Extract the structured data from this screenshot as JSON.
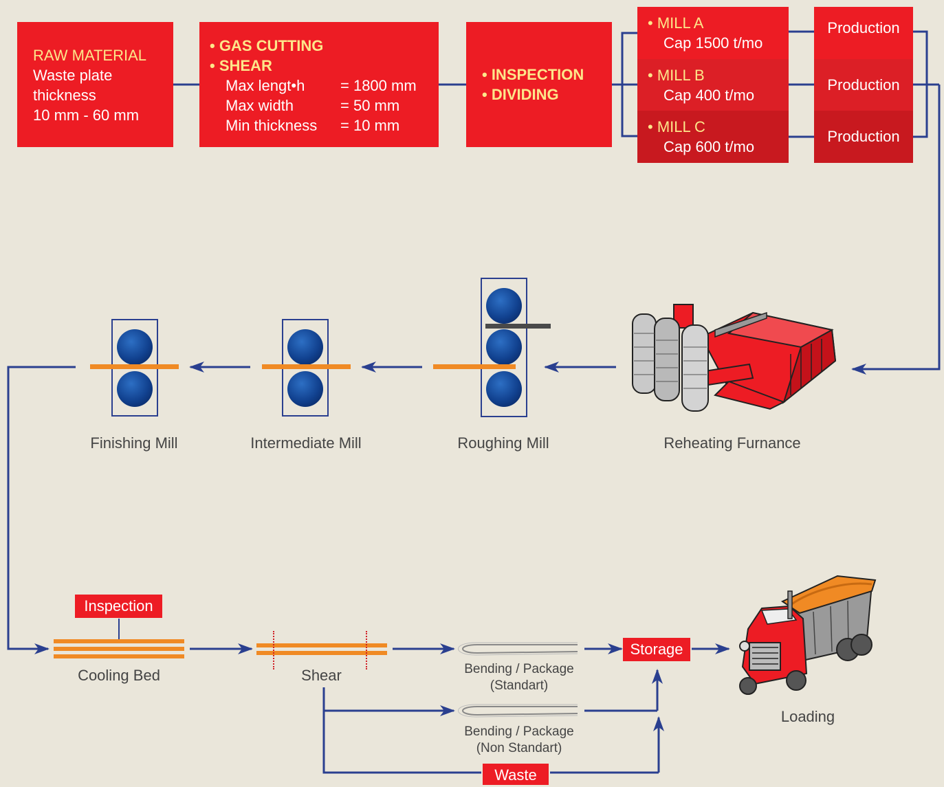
{
  "raw_material": {
    "title": "RAW MATERIAL",
    "lines": [
      "Waste plate",
      "thickness",
      "10 mm - 60 mm"
    ]
  },
  "cutting": {
    "bullets": [
      "• GAS CUTTING",
      "• SHEAR"
    ],
    "specs": [
      {
        "name": "Max lengt•h",
        "value": "= 1800 mm"
      },
      {
        "name": "Max width",
        "value": "= 50 mm"
      },
      {
        "name": "Min thickness",
        "value": "= 10 mm"
      }
    ]
  },
  "inspection": {
    "bullets": [
      "• INSPECTION",
      "• DIVIDING"
    ]
  },
  "mills": [
    {
      "name": "• MILL A",
      "cap": "Cap 1500 t/mo",
      "output": "Production"
    },
    {
      "name": "• MILL B",
      "cap": "Cap 400 t/mo",
      "output": "Production"
    },
    {
      "name": "• MILL C",
      "cap": "Cap 600 t/mo",
      "output": "Production"
    }
  ],
  "stages": {
    "reheating": "Reheating Furnance",
    "roughing": "Roughing Mill",
    "intermediate": "Intermediate Mill",
    "finishing": "Finishing Mill"
  },
  "finishing_line": {
    "inspection": "Inspection",
    "cooling_bed": "Cooling Bed",
    "shear": "Shear",
    "bending_standard": [
      "Bending / Package",
      "(Standart)"
    ],
    "bending_non_standard": [
      "Bending / Package",
      "(Non Standart)"
    ],
    "storage": "Storage",
    "waste": "Waste",
    "loading": "Loading"
  },
  "colors": {
    "accent_red": "#ed1c24",
    "flow_line": "#2a3f8f",
    "bar_orange": "#f08a24",
    "roll_blue": "#11418f",
    "background": "#eae6da"
  }
}
